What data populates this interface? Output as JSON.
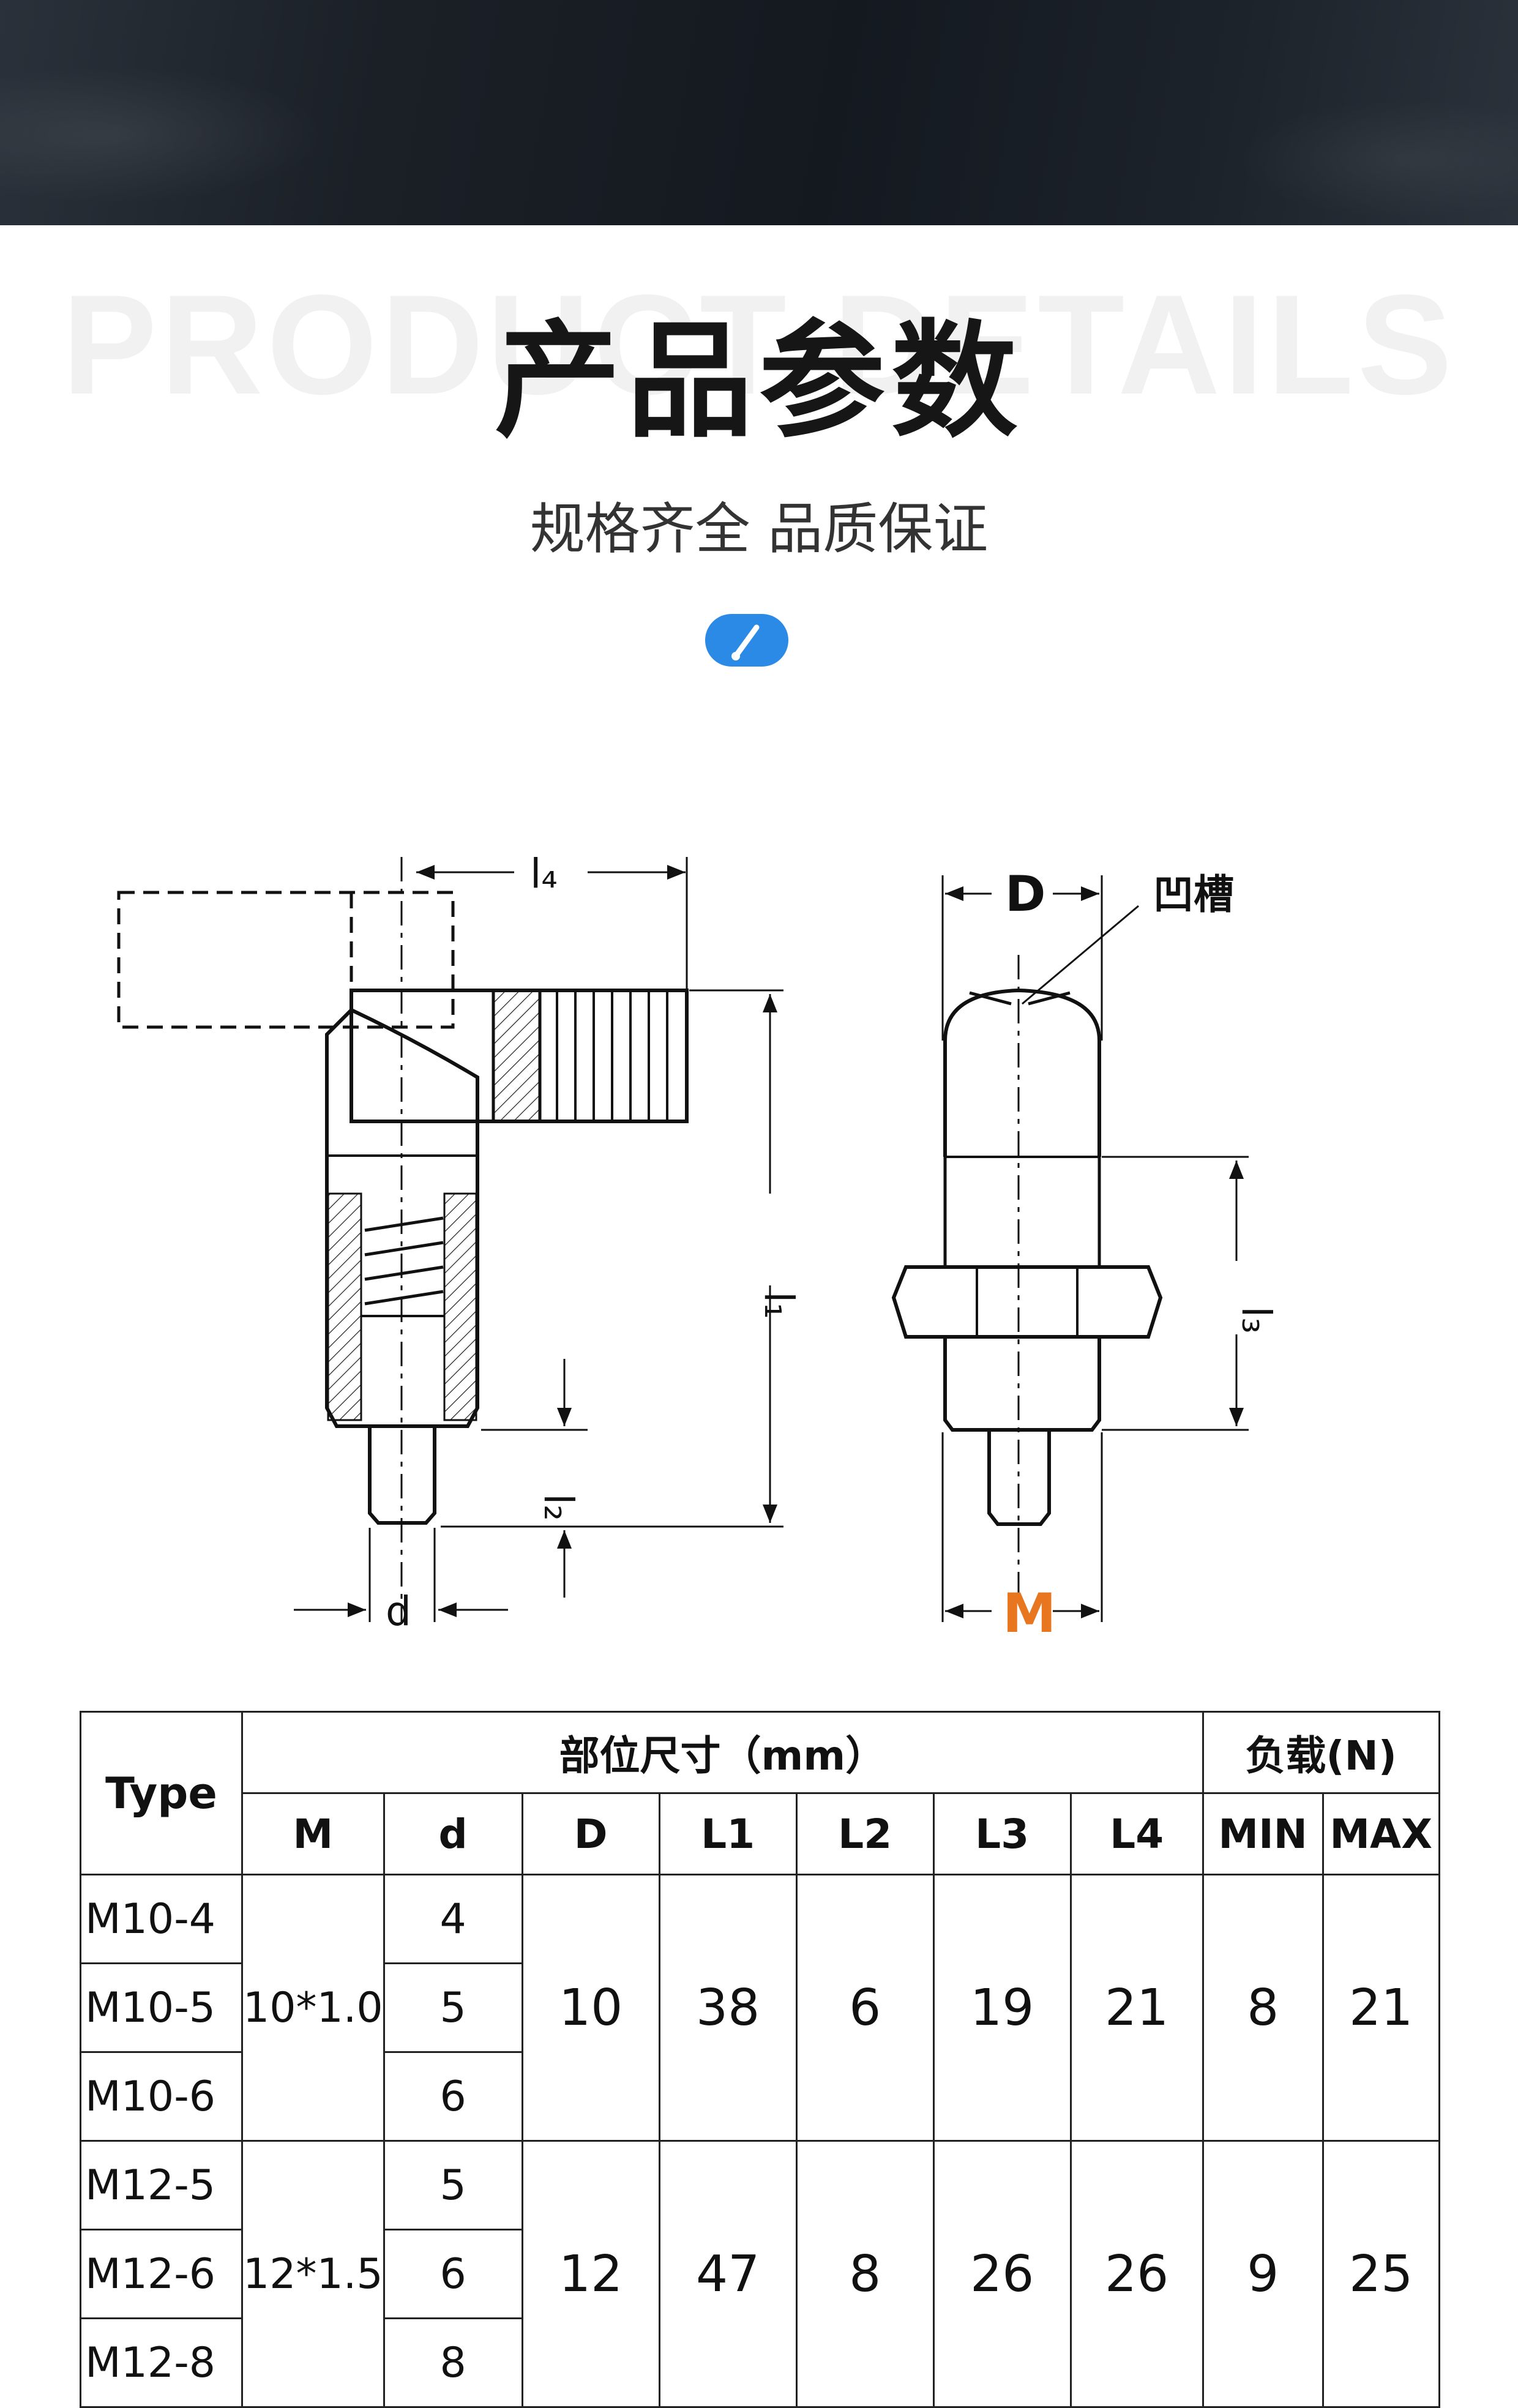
{
  "header": {
    "watermark": "PRODUCT DETAILS",
    "title": "产品参数",
    "subtitle": "规格齐全 品质保证",
    "badge_icon": "screwdriver-icon"
  },
  "drawing": {
    "labels": {
      "l4": "l₄",
      "l1": "l₁",
      "l2": "l₂",
      "l3": "l₃",
      "d": "d",
      "D": "D",
      "M": "M",
      "groove": "凹槽"
    },
    "colors": {
      "M_label": "#e8761e",
      "line": "#111111"
    }
  },
  "table": {
    "headers": {
      "type": "Type",
      "dims_group": "部位尺寸（mm）",
      "load_group": "负载(N)",
      "cols": [
        "M",
        "d",
        "D",
        "L1",
        "L2",
        "L3",
        "L4",
        "MIN",
        "MAX"
      ]
    },
    "groups": [
      {
        "M": "10*1.0",
        "D": "10",
        "L1": "38",
        "L2": "6",
        "L3": "19",
        "L4": "21",
        "MIN": "8",
        "MAX": "21",
        "rows": [
          {
            "type": "M10-4",
            "d": "4"
          },
          {
            "type": "M10-5",
            "d": "5"
          },
          {
            "type": "M10-6",
            "d": "6"
          }
        ]
      },
      {
        "M": "12*1.5",
        "D": "12",
        "L1": "47",
        "L2": "8",
        "L3": "26",
        "L4": "26",
        "MIN": "9",
        "MAX": "25",
        "rows": [
          {
            "type": "M12-5",
            "d": "5"
          },
          {
            "type": "M12-6",
            "d": "6"
          },
          {
            "type": "M12-8",
            "d": "8"
          }
        ]
      }
    ]
  }
}
